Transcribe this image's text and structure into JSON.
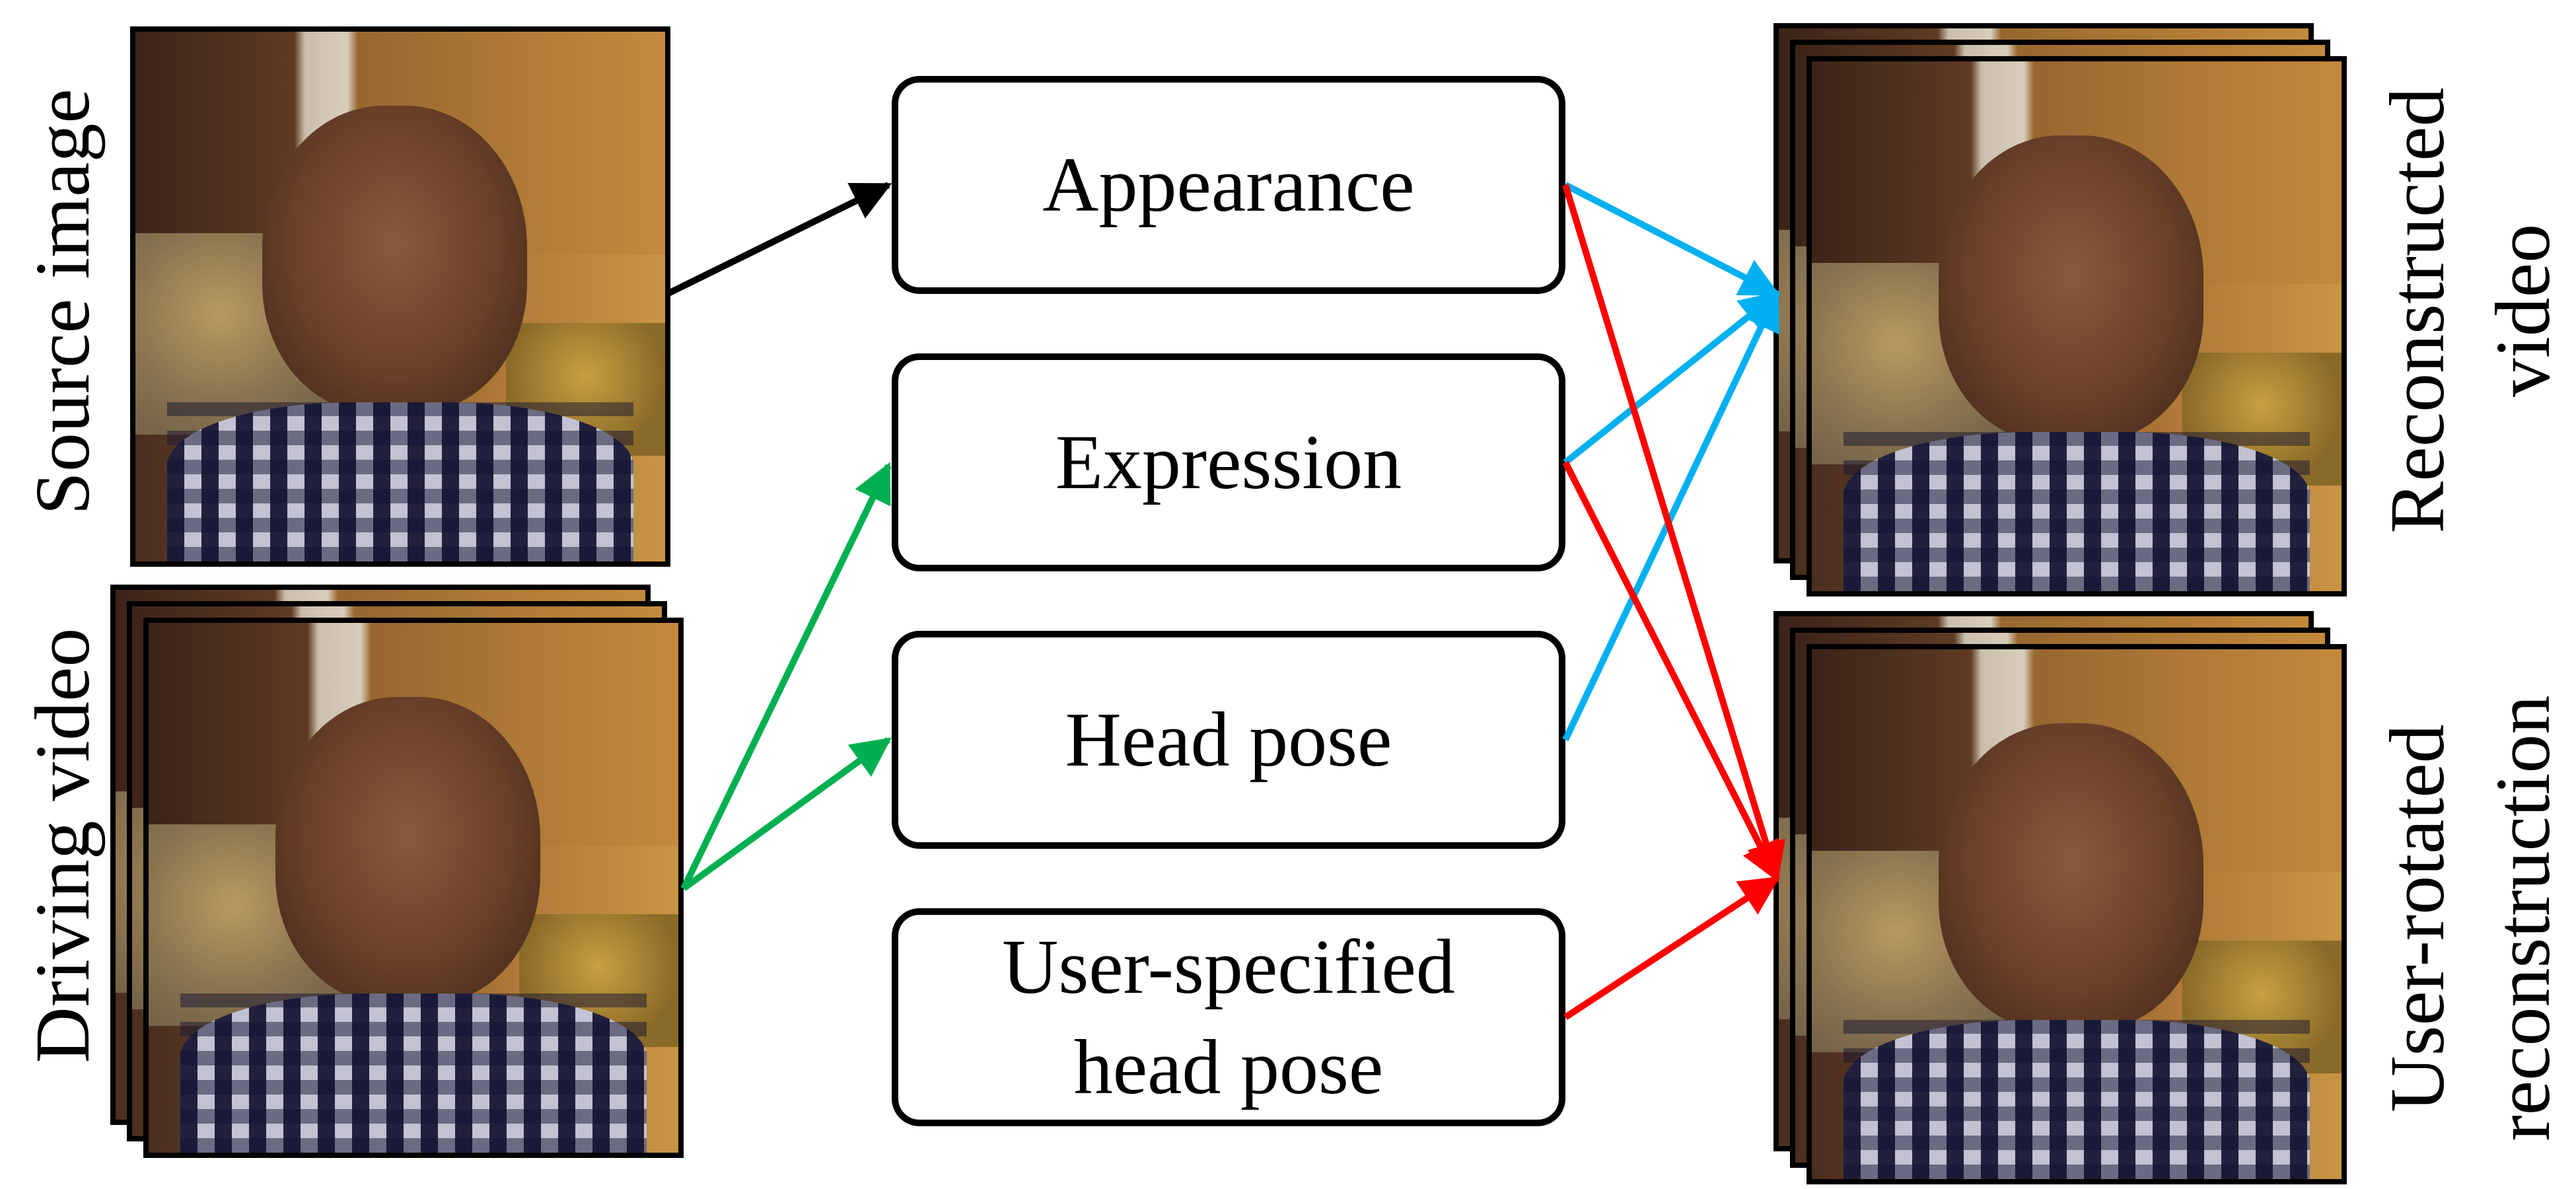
{
  "labels": {
    "source_image": "Source image",
    "driving_video": "Driving video",
    "reconstructed_video_line1": "Reconstructed",
    "reconstructed_video_line2": "video",
    "user_rotated_line1": "User-rotated",
    "user_rotated_line2": "reconstruction"
  },
  "boxes": {
    "appearance": "Appearance",
    "expression": "Expression",
    "head_pose": "Head pose",
    "user_specified_line1": "User-specified",
    "user_specified_line2": "head pose"
  },
  "colors": {
    "black": "#000000",
    "green": "#00b050",
    "blue": "#00b0f0",
    "red": "#ff0000"
  },
  "images": {
    "source_image": "photo-man-face",
    "driving_video": "photo-stack-man-face",
    "reconstructed_video": "photo-stack-man-face",
    "user_rotated_reconstruction": "photo-stack-man-face"
  }
}
